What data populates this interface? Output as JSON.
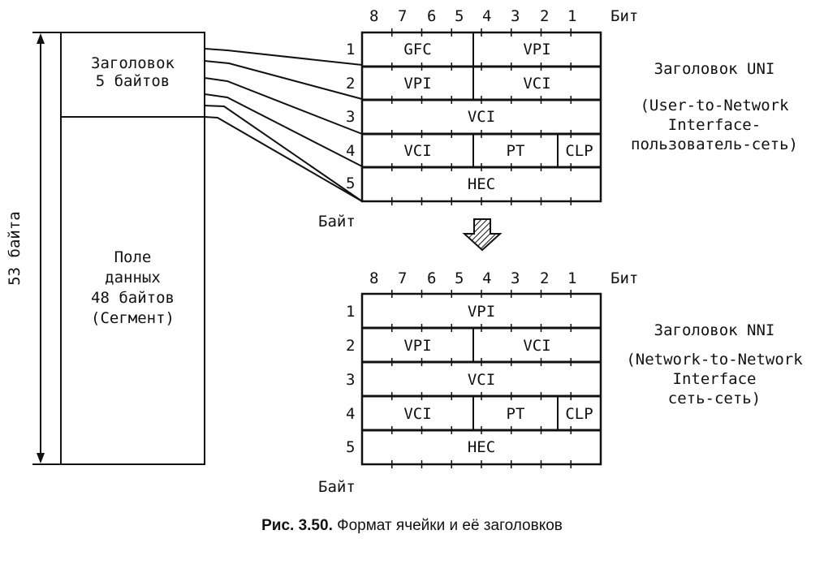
{
  "cell": {
    "total_label": "53 байта",
    "header_label_line1": "Заголовок",
    "header_label_line2": "5 байтов",
    "payload_line1": "Поле",
    "payload_line2": "данных",
    "payload_line3": "48 байтов",
    "payload_line4": "(Сегмент)"
  },
  "uni": {
    "bits": [
      "8",
      "7",
      "6",
      "5",
      "4",
      "3",
      "2",
      "1"
    ],
    "bit_label": "Бит",
    "byte_label": "Байт",
    "row_numbers": [
      "1",
      "2",
      "3",
      "4",
      "5"
    ],
    "fields": {
      "r1_left": "GFC",
      "r1_right": "VPI",
      "r2_left": "VPI",
      "r2_right": "VCI",
      "r3": "VCI",
      "r4_left": "VCI",
      "r4_mid": "PT",
      "r4_right": "CLP",
      "r5": "HEC"
    },
    "title": "Заголовок UNI",
    "desc_line1": "(User-to-Network",
    "desc_line2": "Interface-",
    "desc_line3": "пользователь-сеть)"
  },
  "nni": {
    "bits": [
      "8",
      "7",
      "6",
      "5",
      "4",
      "3",
      "2",
      "1"
    ],
    "bit_label": "Бит",
    "byte_label": "Байт",
    "row_numbers": [
      "1",
      "2",
      "3",
      "4",
      "5"
    ],
    "fields": {
      "r1": "VPI",
      "r2_left": "VPI",
      "r2_right": "VCI",
      "r3": "VCI",
      "r4_left": "VCI",
      "r4_mid": "PT",
      "r4_right": "CLP",
      "r5": "HEC"
    },
    "title": "Заголовок NNI",
    "desc_line1": "(Network-to-Network",
    "desc_line2": "Interface",
    "desc_line3": "сеть-сеть)"
  },
  "caption": {
    "bold": "Рис. 3.50.",
    "text": "Формат ячейки и её заголовков"
  },
  "colors": {
    "ink": "#111111",
    "background": "#ffffff"
  }
}
